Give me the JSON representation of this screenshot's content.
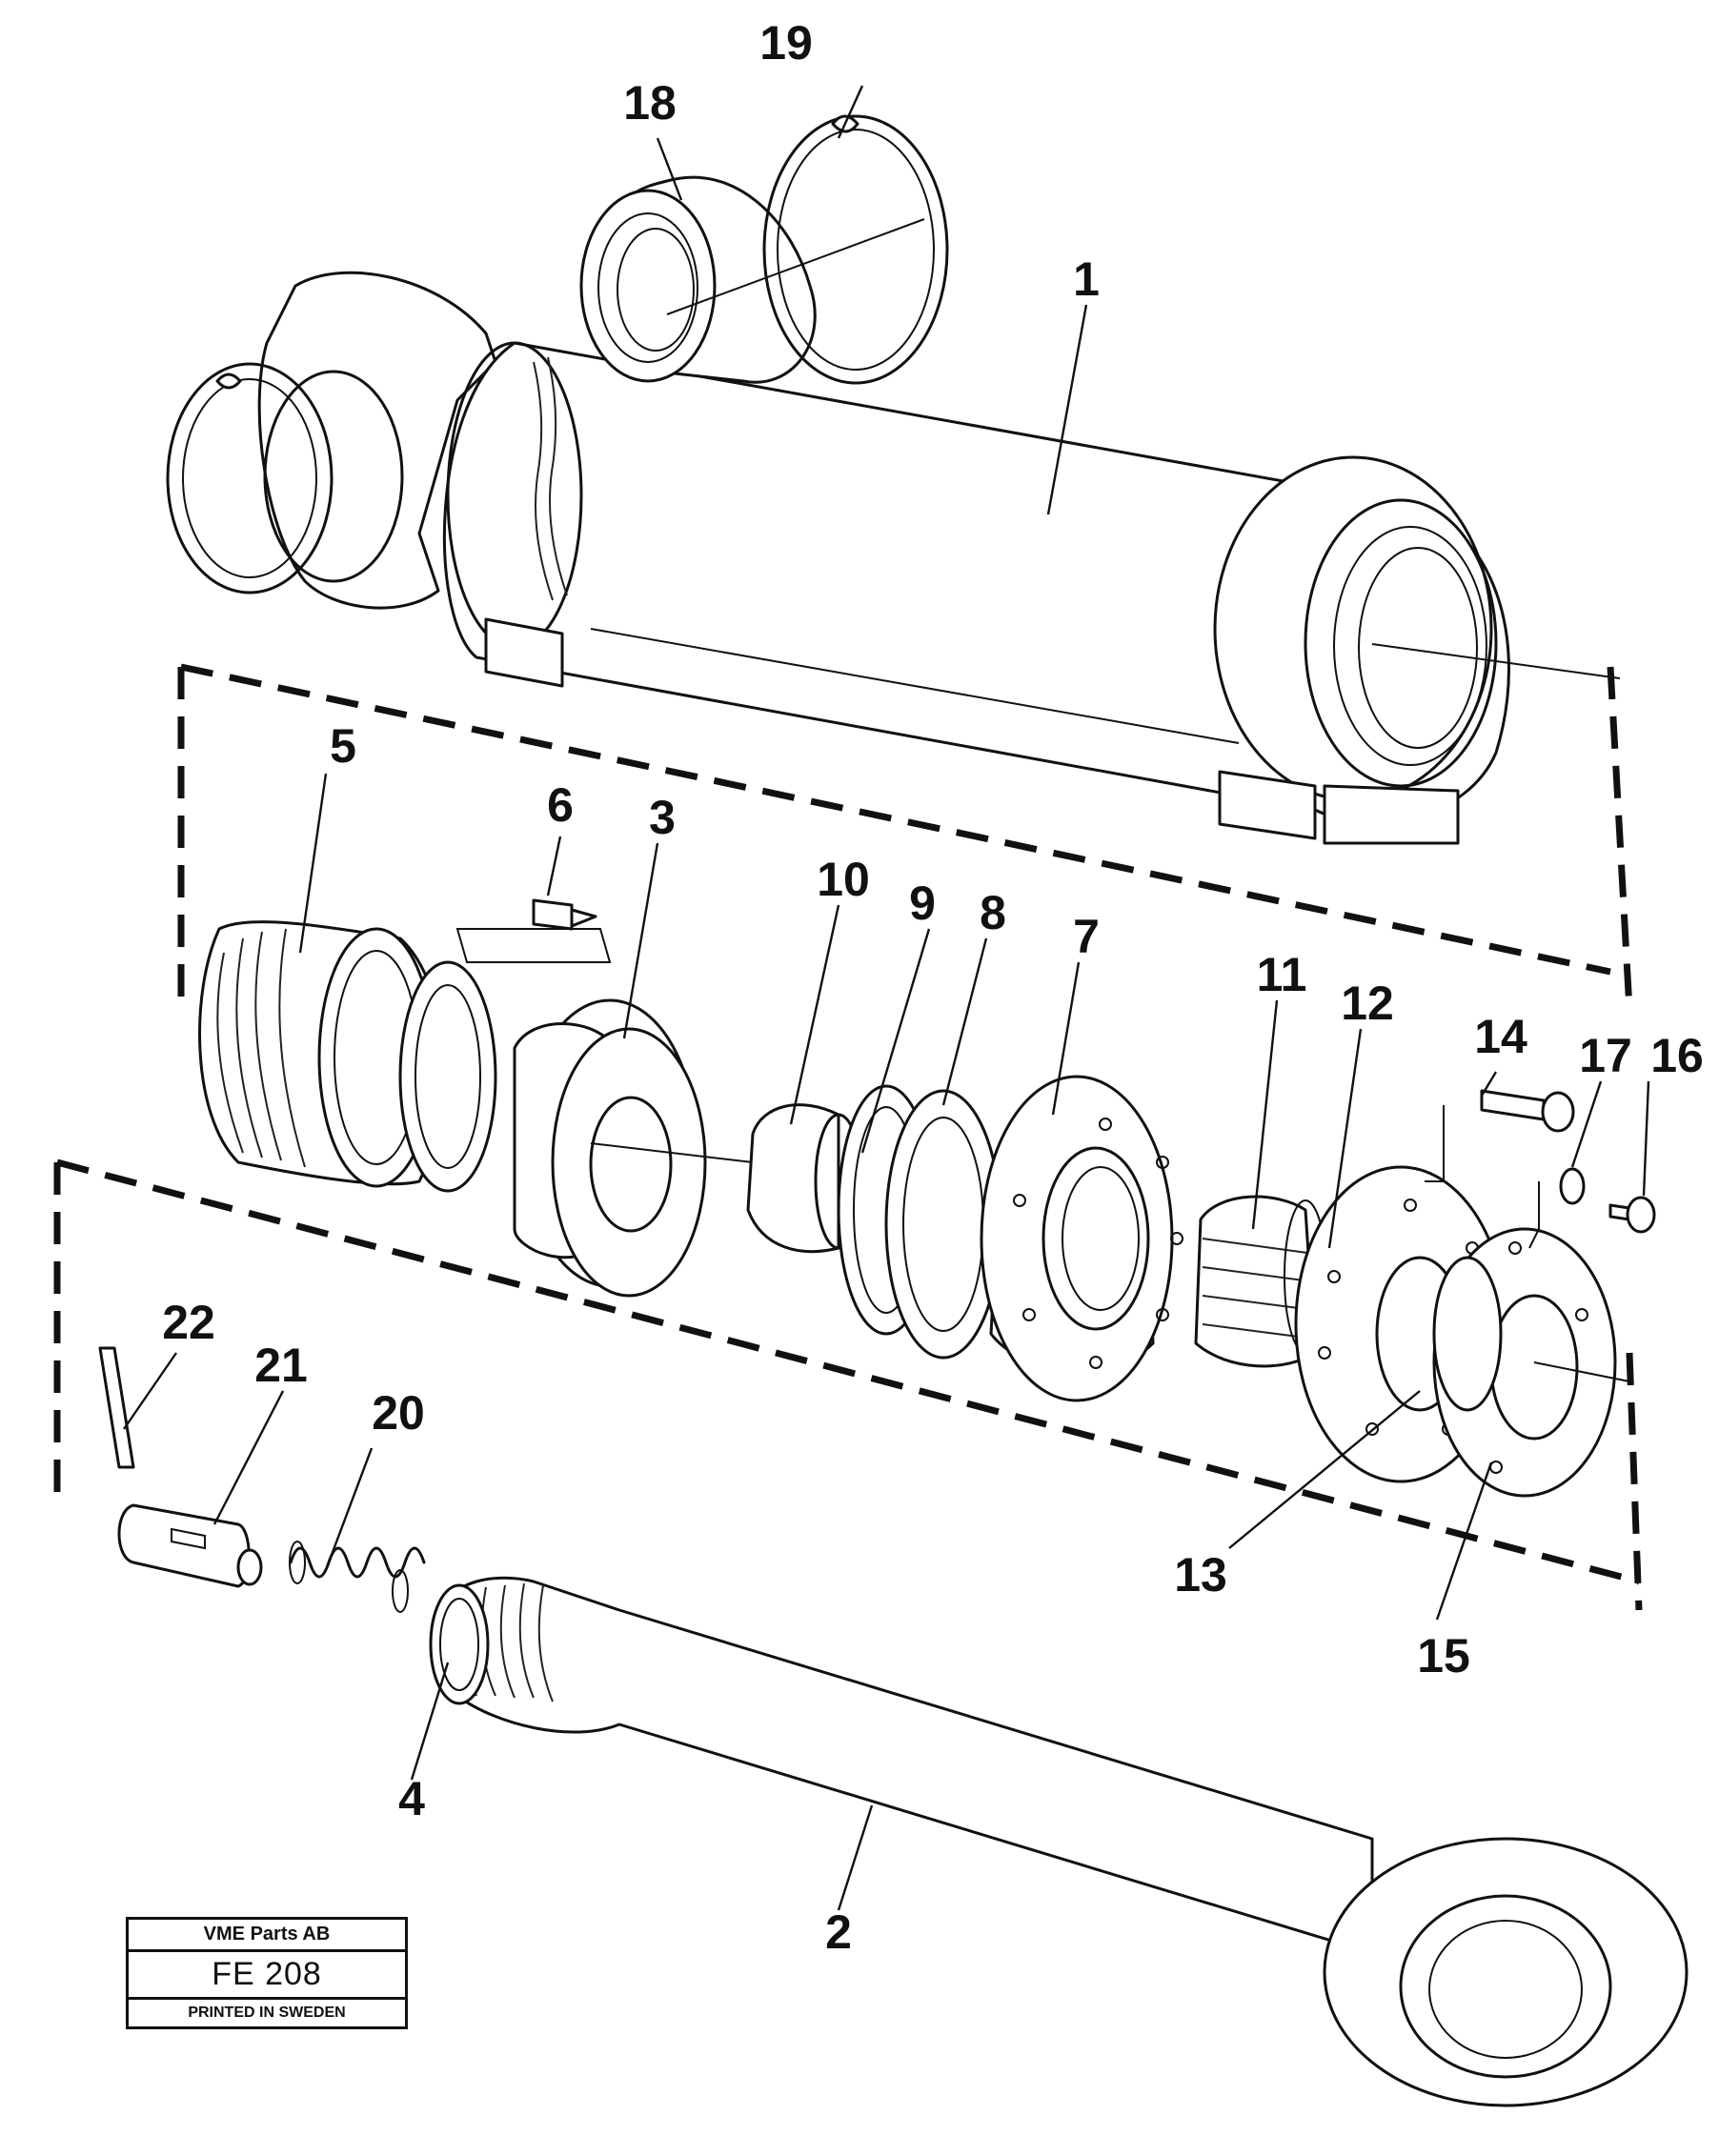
{
  "diagram": {
    "part_numbers": [
      "1",
      "2",
      "3",
      "4",
      "5",
      "6",
      "7",
      "8",
      "9",
      "10",
      "11",
      "12",
      "13",
      "14",
      "15",
      "16",
      "17",
      "18",
      "19",
      "20",
      "21",
      "22"
    ]
  },
  "title_block": {
    "company": "VME Parts AB",
    "code": "FE 208",
    "printed": "PRINTED IN SWEDEN"
  }
}
